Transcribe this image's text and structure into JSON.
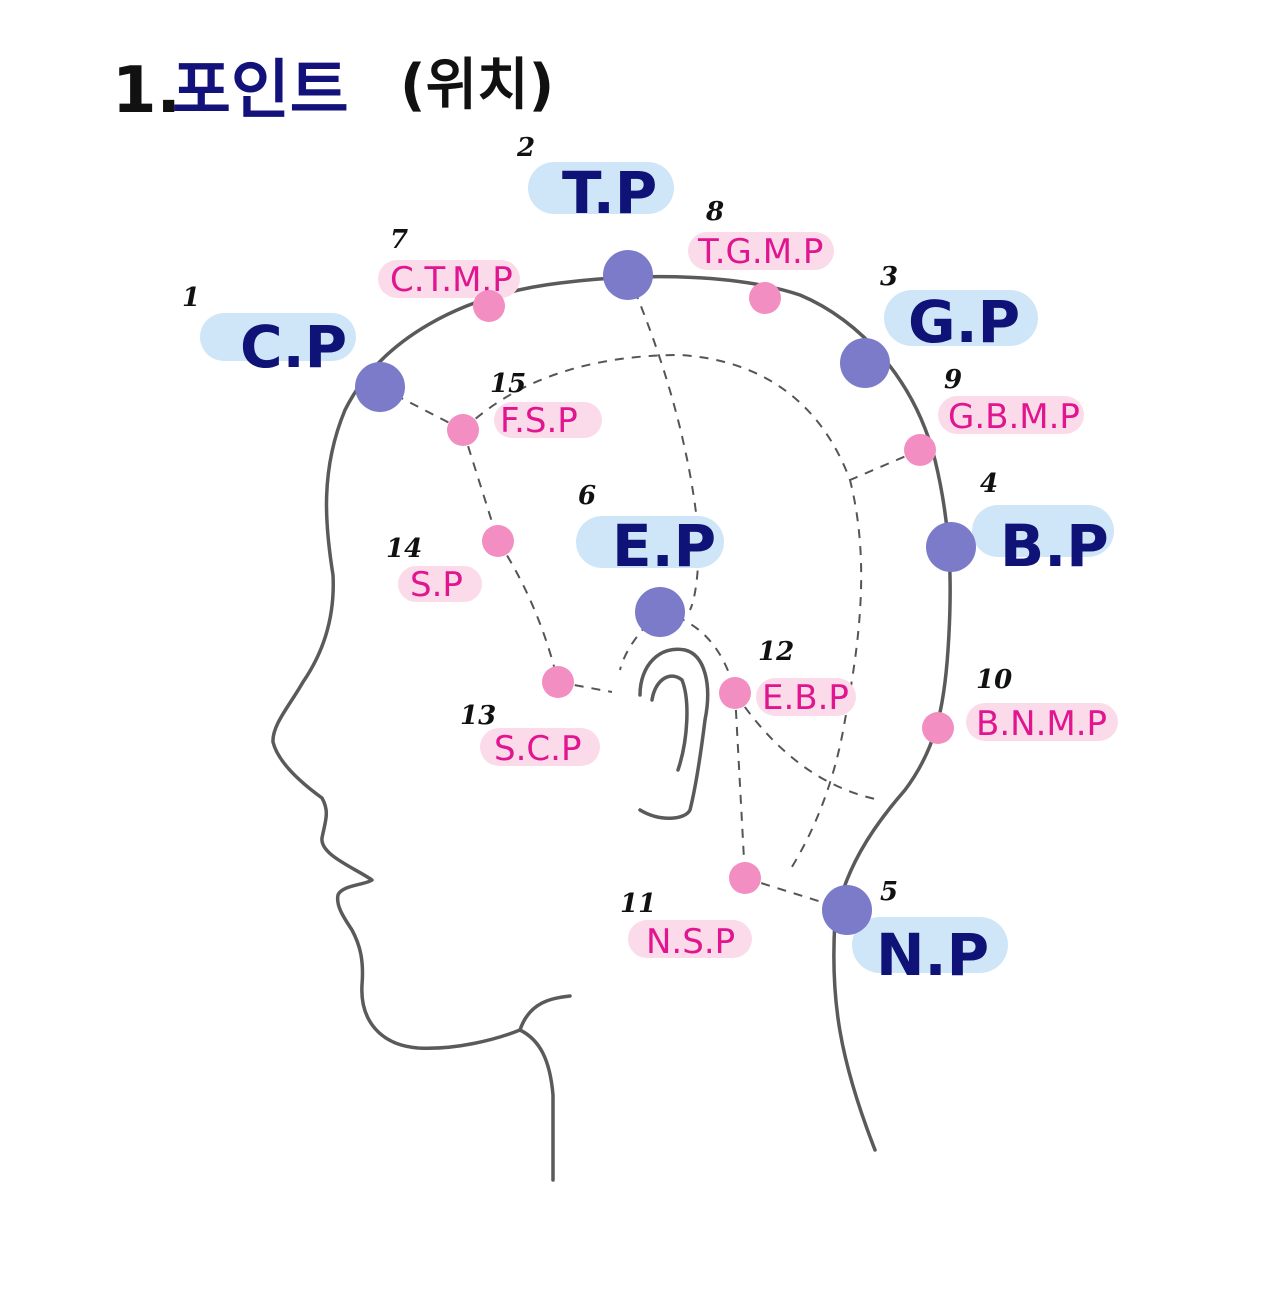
{
  "title": {
    "number": "1.",
    "main": "포인트",
    "sub": "(위치)"
  },
  "colors": {
    "main_point": "#7b7bc9",
    "main_highlight": "#cfe6f8",
    "main_text": "#0f1276",
    "sub_point": "#f28ec2",
    "sub_highlight": "#fbdbe9",
    "sub_text": "#e0158f",
    "outline": "#5a5a5a"
  },
  "main_points": [
    {
      "number": "1",
      "label": "C.P"
    },
    {
      "number": "2",
      "label": "T.P"
    },
    {
      "number": "3",
      "label": "G.P"
    },
    {
      "number": "4",
      "label": "B.P"
    },
    {
      "number": "5",
      "label": "N.P"
    },
    {
      "number": "6",
      "label": "E.P"
    }
  ],
  "sub_points": [
    {
      "number": "7",
      "label": "C.T.M.P"
    },
    {
      "number": "8",
      "label": "T.G.M.P"
    },
    {
      "number": "9",
      "label": "G.B.M.P"
    },
    {
      "number": "10",
      "label": "B.N.M.P"
    },
    {
      "number": "11",
      "label": "N.S.P"
    },
    {
      "number": "12",
      "label": "E.B.P"
    },
    {
      "number": "13",
      "label": "S.C.P"
    },
    {
      "number": "14",
      "label": "S.P"
    },
    {
      "number": "15",
      "label": "F.S.P"
    }
  ]
}
